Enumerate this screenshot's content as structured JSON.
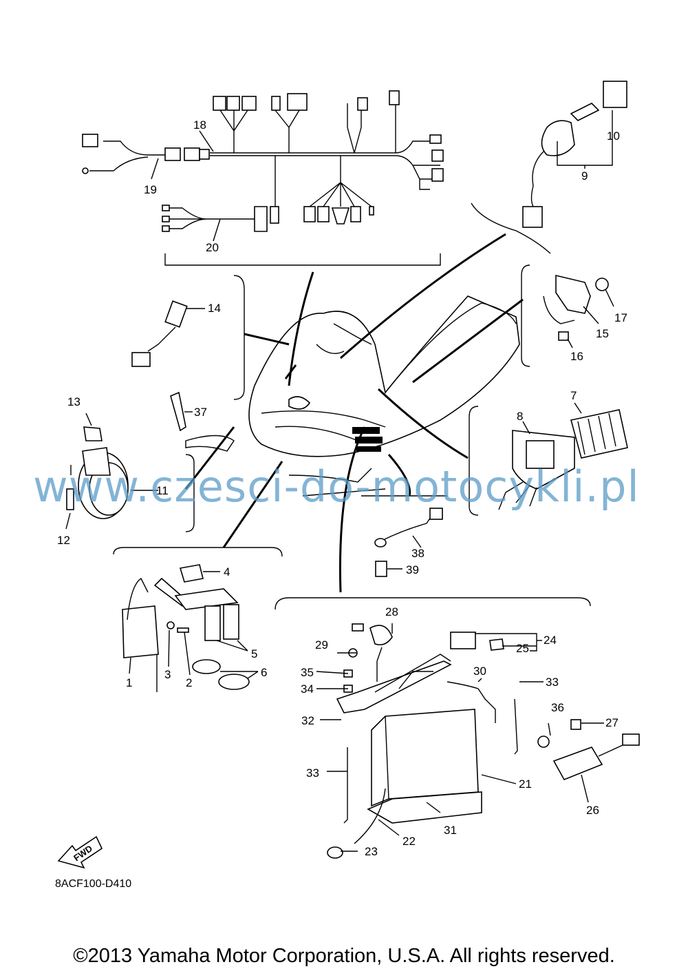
{
  "diagram": {
    "drawing_code": "8ACF100-D410",
    "watermark": "www.czesci-do-motocykli.pl",
    "copyright": "©2013 Yamaha Motor Corporation, U.S.A. All rights reserved.",
    "fwd_label": "FWD",
    "callouts": [
      "1",
      "2",
      "3",
      "4",
      "5",
      "6",
      "7",
      "8",
      "9",
      "10",
      "11",
      "12",
      "13",
      "14",
      "15",
      "16",
      "17",
      "18",
      "19",
      "20",
      "21",
      "22",
      "23",
      "24",
      "25",
      "26",
      "27",
      "28",
      "29",
      "30",
      "31",
      "32",
      "33",
      "33",
      "34",
      "35",
      "36",
      "37",
      "38",
      "39"
    ]
  }
}
